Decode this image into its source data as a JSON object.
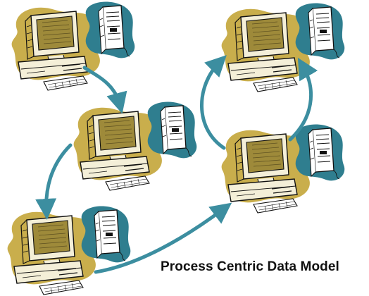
{
  "caption": "Process Centric Data Model",
  "colors": {
    "monitor_blob": "#C9AE4C",
    "server_blob": "#2F7E8F",
    "arrow": "#3C8EA0",
    "outline": "#111111",
    "screen": "#9E8A3A"
  },
  "nodes": [
    {
      "name": "workstation-top-left",
      "icon": "desktop-computer-icon",
      "server_icon": "server-tower-icon"
    },
    {
      "name": "workstation-middle",
      "icon": "desktop-computer-icon",
      "server_icon": "server-tower-icon"
    },
    {
      "name": "workstation-bottom-left",
      "icon": "desktop-computer-icon",
      "server_icon": "server-tower-icon"
    },
    {
      "name": "workstation-top-right",
      "icon": "desktop-computer-icon",
      "server_icon": "server-tower-icon"
    },
    {
      "name": "workstation-bottom-right",
      "icon": "desktop-computer-icon",
      "server_icon": "server-tower-icon"
    }
  ],
  "connections": [
    {
      "from": "workstation-top-left",
      "to": "workstation-middle"
    },
    {
      "from": "workstation-middle",
      "to": "workstation-bottom-left"
    },
    {
      "from": "workstation-bottom-left",
      "to": "workstation-bottom-right"
    },
    {
      "from": "workstation-bottom-right",
      "to": "workstation-top-right"
    },
    {
      "from": "workstation-bottom-right",
      "to": "workstation-top-right"
    }
  ]
}
